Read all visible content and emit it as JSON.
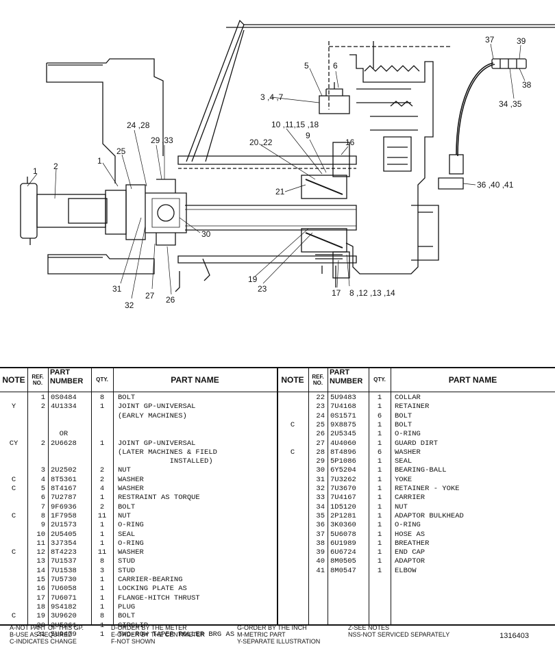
{
  "drawing": {
    "callouts": [
      {
        "id": "c1a",
        "text": "1"
      },
      {
        "id": "c2",
        "text": "2"
      },
      {
        "id": "c1b",
        "text": "1"
      },
      {
        "id": "c25",
        "text": "25"
      },
      {
        "id": "c24",
        "text": "24 ,28"
      },
      {
        "id": "c29",
        "text": "29"
      },
      {
        "id": "c33",
        "text": ",33"
      },
      {
        "id": "c5",
        "text": "5"
      },
      {
        "id": "c6",
        "text": "6"
      },
      {
        "id": "c347",
        "text": "3 ,4 ,7"
      },
      {
        "id": "c10",
        "text": "10 ,11,15 ,18"
      },
      {
        "id": "c9",
        "text": "9"
      },
      {
        "id": "c20",
        "text": "20 ,22"
      },
      {
        "id": "c16",
        "text": "16"
      },
      {
        "id": "c21",
        "text": "21"
      },
      {
        "id": "c30",
        "text": "30"
      },
      {
        "id": "c31",
        "text": "31"
      },
      {
        "id": "c32",
        "text": "32"
      },
      {
        "id": "c27",
        "text": "27"
      },
      {
        "id": "c26",
        "text": "26"
      },
      {
        "id": "c19",
        "text": "19"
      },
      {
        "id": "c23",
        "text": "23"
      },
      {
        "id": "c17",
        "text": "17"
      },
      {
        "id": "c8",
        "text": "8 ,12 ,13 ,14"
      },
      {
        "id": "c37",
        "text": "37"
      },
      {
        "id": "c39",
        "text": "39"
      },
      {
        "id": "c38",
        "text": "38"
      },
      {
        "id": "c34",
        "text": "34 ,35"
      },
      {
        "id": "c36",
        "text": "36 ,40 ,41"
      }
    ]
  },
  "table": {
    "headers": {
      "note": "NOTE",
      "ref_line1": "REF.",
      "ref_line2": "NO.",
      "pn_line1": "PART",
      "pn_line2": "NUMBER",
      "qty": "QTY.",
      "name": "PART NAME"
    },
    "left_rows": [
      {
        "note": "",
        "ref": "1",
        "pn": "0S0484",
        "qty": "8",
        "name": "BOLT"
      },
      {
        "note": "Y",
        "ref": "2",
        "pn": "4U1334",
        "qty": "1",
        "name": "JOINT GP-UNIVERSAL"
      },
      {
        "note": "",
        "ref": "",
        "pn": "",
        "qty": "",
        "name": "(EARLY MACHINES)"
      },
      {
        "note": "",
        "ref": "",
        "pn": "",
        "qty": "",
        "name": ""
      },
      {
        "note": "",
        "ref": "",
        "pn": "  OR",
        "qty": "",
        "name": ""
      },
      {
        "note": "CY",
        "ref": "2",
        "pn": "2U6628",
        "qty": "1",
        "name": "JOINT GP-UNIVERSAL"
      },
      {
        "note": "",
        "ref": "",
        "pn": "",
        "qty": "",
        "name": "(LATER MACHINES & FIELD"
      },
      {
        "note": "",
        "ref": "",
        "pn": "",
        "qty": "",
        "name": "            INSTALLED)"
      },
      {
        "note": "",
        "ref": "3",
        "pn": "2U2502",
        "qty": "2",
        "name": "NUT"
      },
      {
        "note": "C",
        "ref": "4",
        "pn": "8T5361",
        "qty": "2",
        "name": "WASHER"
      },
      {
        "note": "C",
        "ref": "5",
        "pn": "8T4167",
        "qty": "4",
        "name": "WASHER"
      },
      {
        "note": "",
        "ref": "6",
        "pn": "7U2787",
        "qty": "1",
        "name": "RESTRAINT AS TORQUE"
      },
      {
        "note": "",
        "ref": "7",
        "pn": "9F6936",
        "qty": "2",
        "name": "BOLT"
      },
      {
        "note": "C",
        "ref": "8",
        "pn": "1F7958",
        "qty": "11",
        "name": "NUT"
      },
      {
        "note": "",
        "ref": "9",
        "pn": "2U1573",
        "qty": "1",
        "name": "O-RING"
      },
      {
        "note": "",
        "ref": "10",
        "pn": "2U5405",
        "qty": "1",
        "name": "SEAL"
      },
      {
        "note": "",
        "ref": "11",
        "pn": "3J7354",
        "qty": "1",
        "name": "O-RING"
      },
      {
        "note": "C",
        "ref": "12",
        "pn": "8T4223",
        "qty": "11",
        "name": "WASHER"
      },
      {
        "note": "",
        "ref": "13",
        "pn": "7U1537",
        "qty": "8",
        "name": "STUD"
      },
      {
        "note": "",
        "ref": "14",
        "pn": "7U1538",
        "qty": "3",
        "name": "STUD"
      },
      {
        "note": "",
        "ref": "15",
        "pn": "7U5730",
        "qty": "1",
        "name": "CARRIER-BEARING"
      },
      {
        "note": "",
        "ref": "16",
        "pn": "7U6058",
        "qty": "1",
        "name": "LOCKING PLATE AS"
      },
      {
        "note": "",
        "ref": "17",
        "pn": "7U6071",
        "qty": "1",
        "name": "FLANGE-HITCH THRUST"
      },
      {
        "note": "",
        "ref": "18",
        "pn": "9S4182",
        "qty": "1",
        "name": "PLUG"
      },
      {
        "note": "C",
        "ref": "19",
        "pn": "3U9620",
        "qty": "8",
        "name": "BOLT"
      },
      {
        "note": "",
        "ref": "20",
        "pn": "2U5261",
        "qty": "1",
        "name": "CIRCLIP"
      },
      {
        "note": "",
        "ref": "21",
        "pn": "5U9479",
        "qty": "1",
        "name": "TWO-ROW TAPER ROLLER BRG AS"
      }
    ],
    "right_rows": [
      {
        "note": "",
        "ref": "22",
        "pn": "5U9483",
        "qty": "1",
        "name": "COLLAR"
      },
      {
        "note": "",
        "ref": "23",
        "pn": "7U4168",
        "qty": "1",
        "name": "RETAINER"
      },
      {
        "note": "",
        "ref": "24",
        "pn": "0S1571",
        "qty": "6",
        "name": "BOLT"
      },
      {
        "note": "C",
        "ref": "25",
        "pn": "9X8875",
        "qty": "1",
        "name": "BOLT"
      },
      {
        "note": "",
        "ref": "26",
        "pn": "2U5345",
        "qty": "1",
        "name": "O-RING"
      },
      {
        "note": "",
        "ref": "27",
        "pn": "4U4060",
        "qty": "1",
        "name": "GUARD DIRT"
      },
      {
        "note": "C",
        "ref": "28",
        "pn": "8T4896",
        "qty": "6",
        "name": "WASHER"
      },
      {
        "note": "",
        "ref": "29",
        "pn": "5P1086",
        "qty": "1",
        "name": "SEAL"
      },
      {
        "note": "",
        "ref": "30",
        "pn": "6Y5204",
        "qty": "1",
        "name": "BEARING-BALL"
      },
      {
        "note": "",
        "ref": "31",
        "pn": "7U3262",
        "qty": "1",
        "name": "YOKE"
      },
      {
        "note": "",
        "ref": "32",
        "pn": "7U3670",
        "qty": "1",
        "name": "RETAINER - YOKE"
      },
      {
        "note": "",
        "ref": "33",
        "pn": "7U4167",
        "qty": "1",
        "name": "CARRIER"
      },
      {
        "note": "",
        "ref": "34",
        "pn": "1D5120",
        "qty": "1",
        "name": "NUT"
      },
      {
        "note": "",
        "ref": "35",
        "pn": "2P1281",
        "qty": "1",
        "name": "ADAPTOR BULKHEAD"
      },
      {
        "note": "",
        "ref": "36",
        "pn": "3K0360",
        "qty": "1",
        "name": "O-RING"
      },
      {
        "note": "",
        "ref": "37",
        "pn": "5U6078",
        "qty": "1",
        "name": "HOSE AS"
      },
      {
        "note": "",
        "ref": "38",
        "pn": "6U1989",
        "qty": "1",
        "name": "BREATHER"
      },
      {
        "note": "",
        "ref": "39",
        "pn": "6U6724",
        "qty": "1",
        "name": "END CAP"
      },
      {
        "note": "",
        "ref": "40",
        "pn": "8M0505",
        "qty": "1",
        "name": "ADAPTOR"
      },
      {
        "note": "",
        "ref": "41",
        "pn": "8M0547",
        "qty": "1",
        "name": "ELBOW"
      }
    ]
  },
  "footer": {
    "col1": [
      "A-NOT PART OF THIS GP.",
      "B-USE AS REQUIRED",
      "C-INDICATES CHANGE"
    ],
    "col2": [
      "D-ORDER BY THE METER",
      "E-ORDER BY THE CENTIMETER",
      "F-NOT SHOWN"
    ],
    "col3": [
      "G-ORDER BY THE INCH",
      "M-METRIC PART",
      "Y-SEPARATE ILLUSTRATION"
    ],
    "col4": [
      "Z-SEE NOTES",
      "NSS-NOT SERVICED SEPARATELY"
    ],
    "doc_number": "1316403"
  }
}
